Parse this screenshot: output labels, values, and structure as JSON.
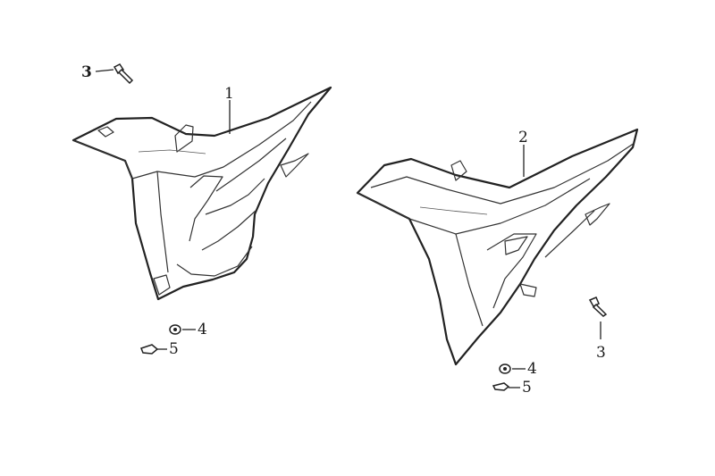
{
  "callouts": {
    "panel_left": "1",
    "panel_right": "2",
    "bolt_left": "3",
    "bolt_right": "3",
    "nut_left": "4",
    "nut_right": "4",
    "washer_left": "5",
    "washer_right": "5"
  }
}
